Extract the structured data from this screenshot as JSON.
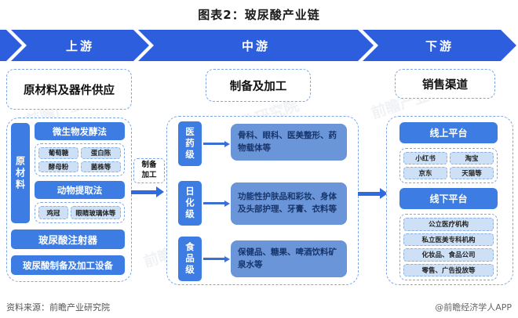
{
  "title": "图表2：玻尿酸产业链",
  "banner": {
    "segments": [
      {
        "label": "上游"
      },
      {
        "label": "中游"
      },
      {
        "label": "下游"
      }
    ]
  },
  "upstream": {
    "header": "原材料及器件供应",
    "side_label": "原材料",
    "methods": [
      {
        "name": "微生物发酵法",
        "items": [
          "葡萄糖",
          "蛋白陈",
          "酵母粉",
          "菌株等"
        ]
      },
      {
        "name": "动物提取法",
        "items": [
          "鸡冠",
          "眼睛玻璃体等"
        ]
      }
    ],
    "devices": [
      "玻尿酸注射器",
      "玻尿酸制备及加工设备"
    ]
  },
  "process_arrow_label": "制备加工",
  "midstream": {
    "header": "制备及加工",
    "grades": [
      {
        "level": "医药级",
        "applications": "骨科、眼科、医美整形、药物载体等"
      },
      {
        "level": "日化级",
        "applications": "功能性护肤品和彩妆、身体及头部护理、牙膏、衣料等"
      },
      {
        "level": "食品级",
        "applications": "保健品、糖果、啤酒饮料矿泉水等"
      }
    ]
  },
  "downstream": {
    "header": "销售渠道",
    "online": {
      "label": "线上平台",
      "platforms": [
        "小红书",
        "淘宝",
        "京东",
        "天猫等"
      ]
    },
    "offline": {
      "label": "线下平台",
      "channels": [
        "公立医疗机构",
        "私立医美专科机构",
        "化妆品、食品公司",
        "零售、广告投放等"
      ]
    }
  },
  "footer": {
    "source": "资料来源：前瞻产业研究院",
    "credit": "@前瞻经济学人APP"
  },
  "watermark": "前瞻产业研究院",
  "colors": {
    "banner_blue": "#2d5ede",
    "solid_box_blue": "#3d7ce2",
    "content_box_blue": "#6a95d8",
    "chip_bg": "#cde0f6",
    "dashed_border": "#7aa6ea",
    "content_text": "#17356b"
  }
}
